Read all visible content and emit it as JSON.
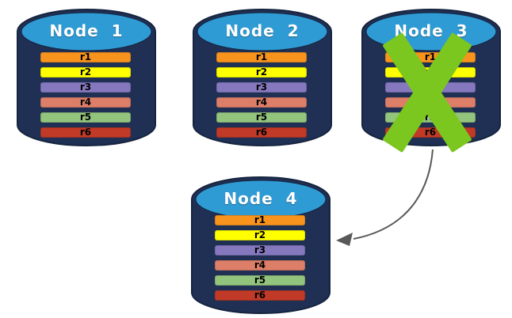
{
  "diagram": {
    "title": "replicated-database-nodes",
    "nodes": [
      {
        "label": "Node  1",
        "failed": false
      },
      {
        "label": "Node  2",
        "failed": false
      },
      {
        "label": "Node  3",
        "failed": true
      },
      {
        "label": "Node  4",
        "failed": false
      }
    ],
    "rows": [
      {
        "label": "r1",
        "color": "#F8941D"
      },
      {
        "label": "r2",
        "color": "#FFFF00"
      },
      {
        "label": "r3",
        "color": "#8578BE"
      },
      {
        "label": "r4",
        "color": "#DC7E68"
      },
      {
        "label": "r5",
        "color": "#93C47D"
      },
      {
        "label": "r6",
        "color": "#C03A27"
      }
    ],
    "colors": {
      "background": "#FFFFFF",
      "cylinder_body": "#1F3054",
      "cylinder_top": "#2F9BD5",
      "cylinder_outline": "#16243F",
      "title_text": "#FFFFFF",
      "row_text": "#000000",
      "failure_x": "#7CC71F",
      "arrow": "#595959"
    }
  }
}
